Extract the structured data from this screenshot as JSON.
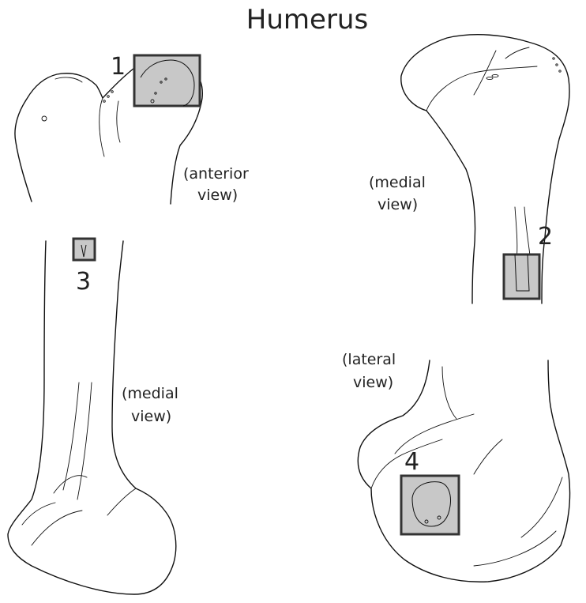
{
  "title": "Humerus",
  "views": {
    "anterior_line1": "(anterior",
    "anterior_line2": "view)",
    "medial_top_line1": "(medial",
    "medial_top_line2": "view)",
    "medial_left_line1": "(medial",
    "medial_left_line2": "view)",
    "lateral_line1": "(lateral",
    "lateral_line2": "view)"
  },
  "markers": {
    "m1": "1",
    "m2": "2",
    "m3": "3",
    "m4": "4"
  },
  "colors": {
    "box_fill": "#c8c8c8",
    "box_stroke": "#333333",
    "line": "#111111"
  }
}
